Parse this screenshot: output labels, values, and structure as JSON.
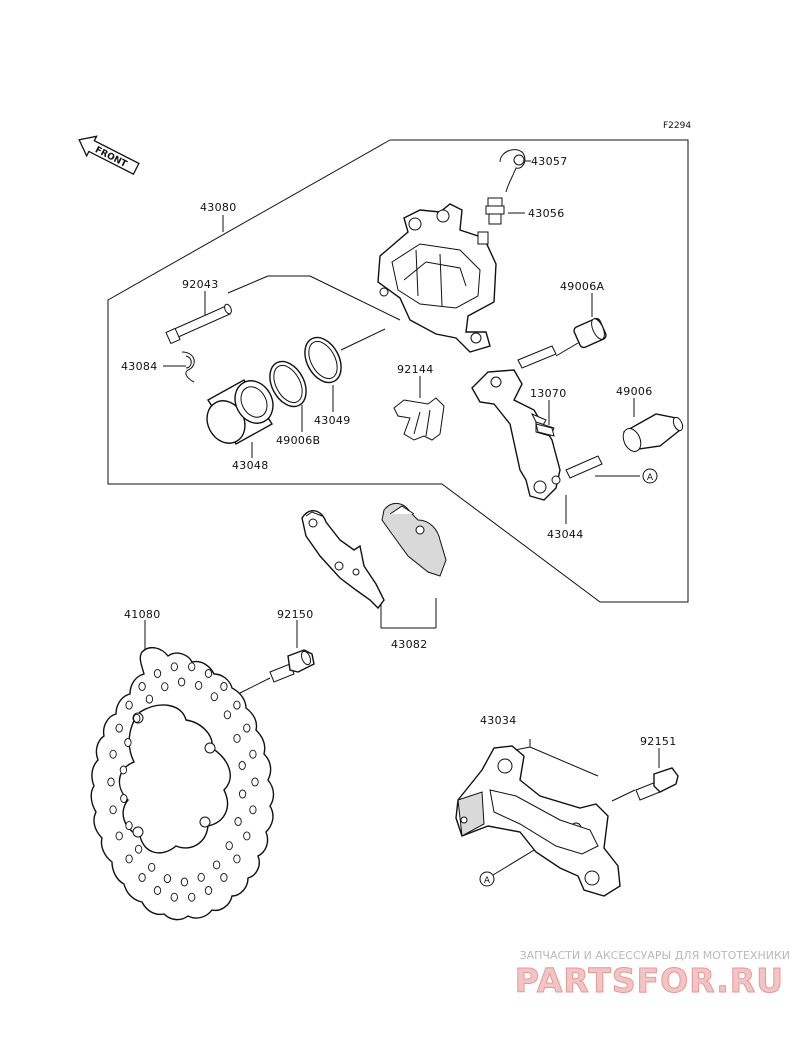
{
  "diagram": {
    "code": "F2294",
    "front_arrow": "FRONT",
    "ref_marker": "A",
    "labels": {
      "p43057": "43057",
      "p43056": "43056",
      "p43080": "43080",
      "p92043": "92043",
      "p43084": "43084",
      "p49006A": "49006A",
      "p92144": "92144",
      "p13070": "13070",
      "p49006": "49006",
      "p43049": "43049",
      "p49006B": "49006B",
      "p43048": "43048",
      "p43044": "43044",
      "p41080": "41080",
      "p92150": "92150",
      "p43082": "43082",
      "p43034": "43034",
      "p92151": "92151"
    }
  },
  "watermark": {
    "tagline": "ЗАПЧАСТИ И АКСЕССУАРЫ ДЛЯ МОТОТЕХНИКИ",
    "logo": "PARTSFOR.RU"
  }
}
